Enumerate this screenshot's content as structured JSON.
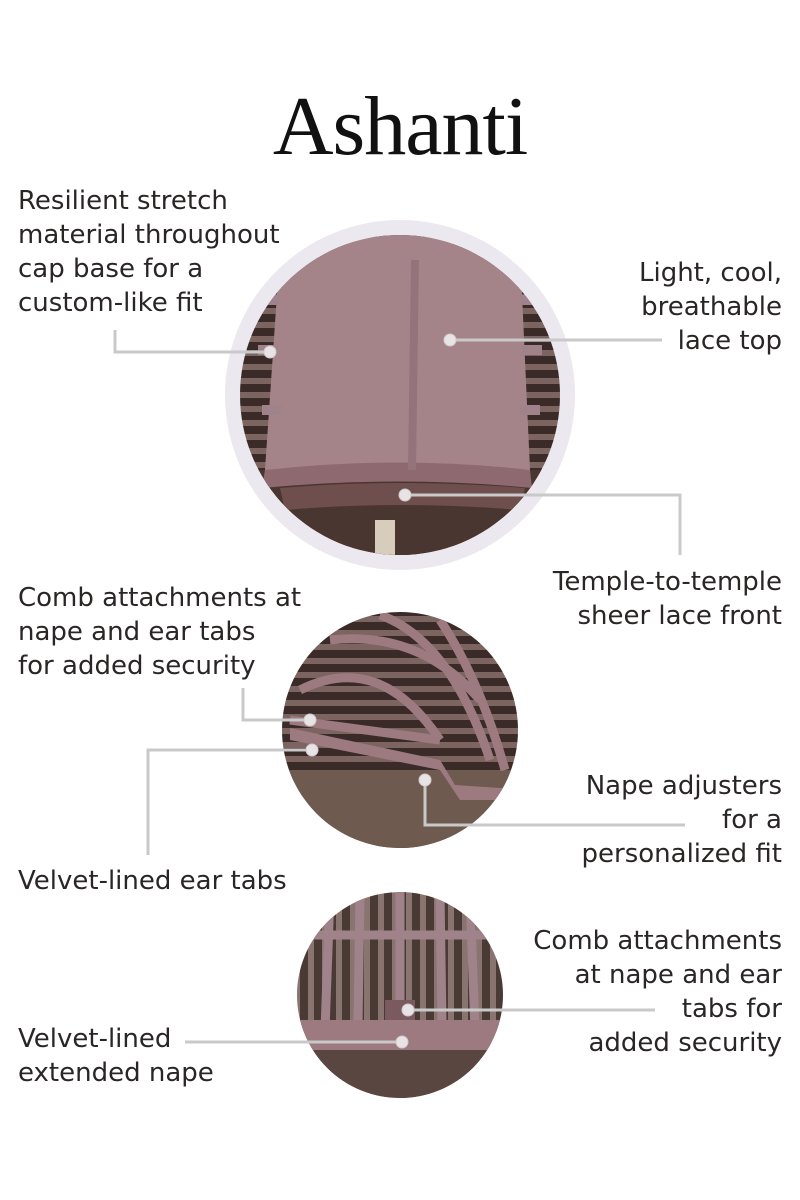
{
  "title": "Ashanti",
  "features": [
    {
      "id": "stretch-material",
      "lines": [
        "Resilient stretch",
        "material throughout",
        "cap base for a",
        "custom-like fit"
      ]
    },
    {
      "id": "lace-top",
      "lines": [
        "Light, cool,",
        "breathable",
        "lace top"
      ]
    },
    {
      "id": "lace-front",
      "lines": [
        "Temple-to-temple",
        "sheer lace front"
      ]
    },
    {
      "id": "comb-attachments-1",
      "lines": [
        "Comb attachments at",
        "nape and ear tabs",
        "for added security"
      ]
    },
    {
      "id": "ear-tabs",
      "lines": [
        "Velvet-lined ear tabs"
      ]
    },
    {
      "id": "nape-adjusters",
      "lines": [
        "Nape adjusters",
        "for a",
        "personalized fit"
      ]
    },
    {
      "id": "comb-attachments-2",
      "lines": [
        "Comb attachments",
        "at nape and ear",
        "tabs for",
        "added security"
      ]
    },
    {
      "id": "extended-nape",
      "lines": [
        "Velvet-lined",
        "extended nape"
      ]
    }
  ],
  "colors": {
    "leader": "#c9c9c9",
    "cap": "#9a7378",
    "hair": "#3a2a26",
    "halo": "#ece8ef"
  }
}
